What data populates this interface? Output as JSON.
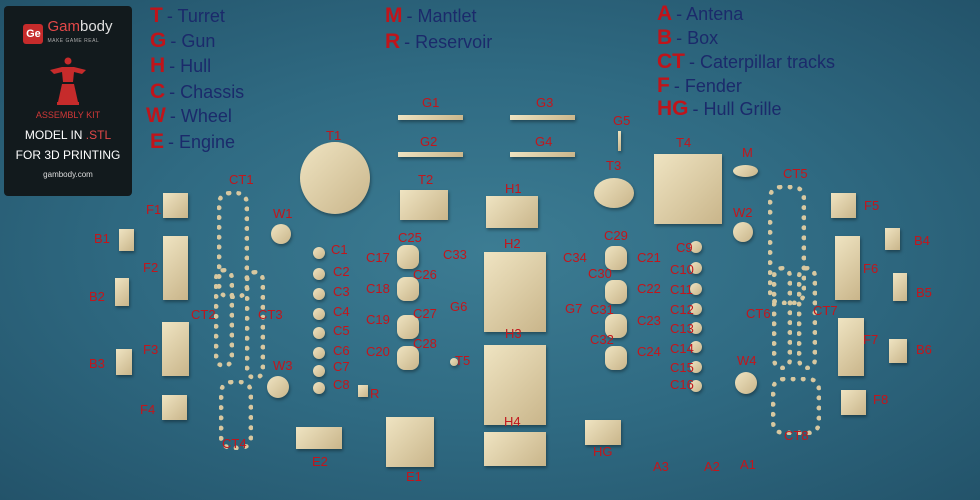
{
  "logo": {
    "mark": "Ge",
    "brand_a": "Gam",
    "brand_b": "body",
    "tagline": "MAKE GAME REAL",
    "kit": "ASSEMBLY KIT",
    "line1a": "MODEL IN ",
    "line1b": ".STL",
    "line2": "FOR 3D PRINTING",
    "site": "gambody.com"
  },
  "legend": [
    {
      "key": "T",
      "label": "- Turret"
    },
    {
      "key": "G",
      "label": "- Gun"
    },
    {
      "key": "H",
      "label": "- Hull"
    },
    {
      "key": "C",
      "label": "- Chassis"
    },
    {
      "key": "W",
      "label": "- Wheel"
    },
    {
      "key": "E",
      "label": "- Engine"
    },
    {
      "key": "M",
      "label": "- Mantlet"
    },
    {
      "key": "R",
      "label": "- Reservoir"
    },
    {
      "key": "A",
      "label": "- Antena"
    },
    {
      "key": "B",
      "label": "- Box"
    },
    {
      "key": "CT",
      "label": "- Caterpillar tracks"
    },
    {
      "key": "F",
      "label": "- Fender"
    },
    {
      "key": "HG",
      "label": "- Hull Grille"
    }
  ],
  "parts": [
    "T1",
    "G1",
    "G3",
    "G5",
    "G2",
    "G4",
    "T4",
    "M",
    "T2",
    "T3",
    "CT1",
    "CT5",
    "F1",
    "W1",
    "H1",
    "W2",
    "F5",
    "B1",
    "C25",
    "C33",
    "H2",
    "C34",
    "C29",
    "C9",
    "B4",
    "C1",
    "C17",
    "F2",
    "C2",
    "C26",
    "C30",
    "C21",
    "C10",
    "F6",
    "C3",
    "C18",
    "C22",
    "C11",
    "B2",
    "B5",
    "C4",
    "C5",
    "G6",
    "G7",
    "C27",
    "C31",
    "C19",
    "C23",
    "C12",
    "C13",
    "CT2",
    "CT3",
    "CT6",
    "CT7",
    "F3",
    "F7",
    "B6",
    "C6",
    "C28",
    "C32",
    "C20",
    "C24",
    "C14",
    "T5",
    "H3",
    "B3",
    "W3",
    "C7",
    "C15",
    "W4",
    "C8",
    "R",
    "C16",
    "F4",
    "F8",
    "H4",
    "E2",
    "CT4",
    "CT8",
    "HG",
    "A3",
    "A2",
    "A1",
    "E1"
  ],
  "colors": {
    "label": "#c2161c",
    "legend_text": "#1b2a6b",
    "part": "#d9c9a0",
    "background": "#2f6a82"
  }
}
